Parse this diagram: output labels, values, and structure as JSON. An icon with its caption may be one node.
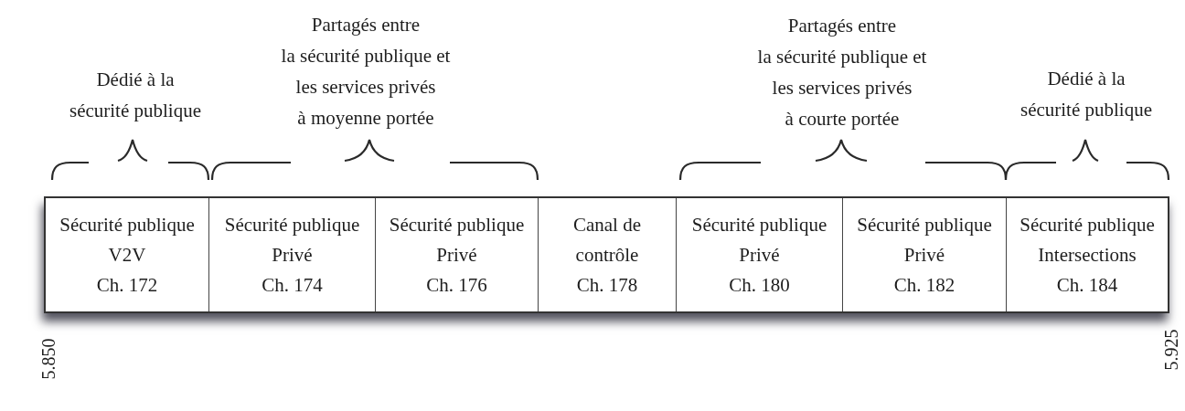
{
  "diagram": {
    "nodes": [
      {
        "text": [
          "Sécurité publique",
          "V2V",
          "Ch. 172"
        ]
      },
      {
        "text": [
          "Sécurité publique",
          "Privé",
          "Ch. 174"
        ]
      },
      {
        "text": [
          "Sécurité publique",
          "Privé",
          "Ch. 176"
        ]
      },
      {
        "text": [
          "Canal de contrôle",
          "Ch. 178"
        ]
      },
      {
        "text": [
          "Sécurité publique",
          "Privé",
          "Ch. 180"
        ]
      },
      {
        "text": [
          "Sécurité publique",
          "Privé",
          "Ch. 182"
        ]
      },
      {
        "text": [
          "Sécurité publique",
          "Intersections",
          "Ch. 184"
        ]
      }
    ],
    "labels": [
      "Dédié à la sécurité publique",
      "Partagés entre la sécurité publique et les services privés à moyenne portée",
      "Partagés entre la sécurité publique et les services privés à courte portée",
      "Dédié à la sécurité publique",
      "5.850",
      "5.925"
    ]
  }
}
